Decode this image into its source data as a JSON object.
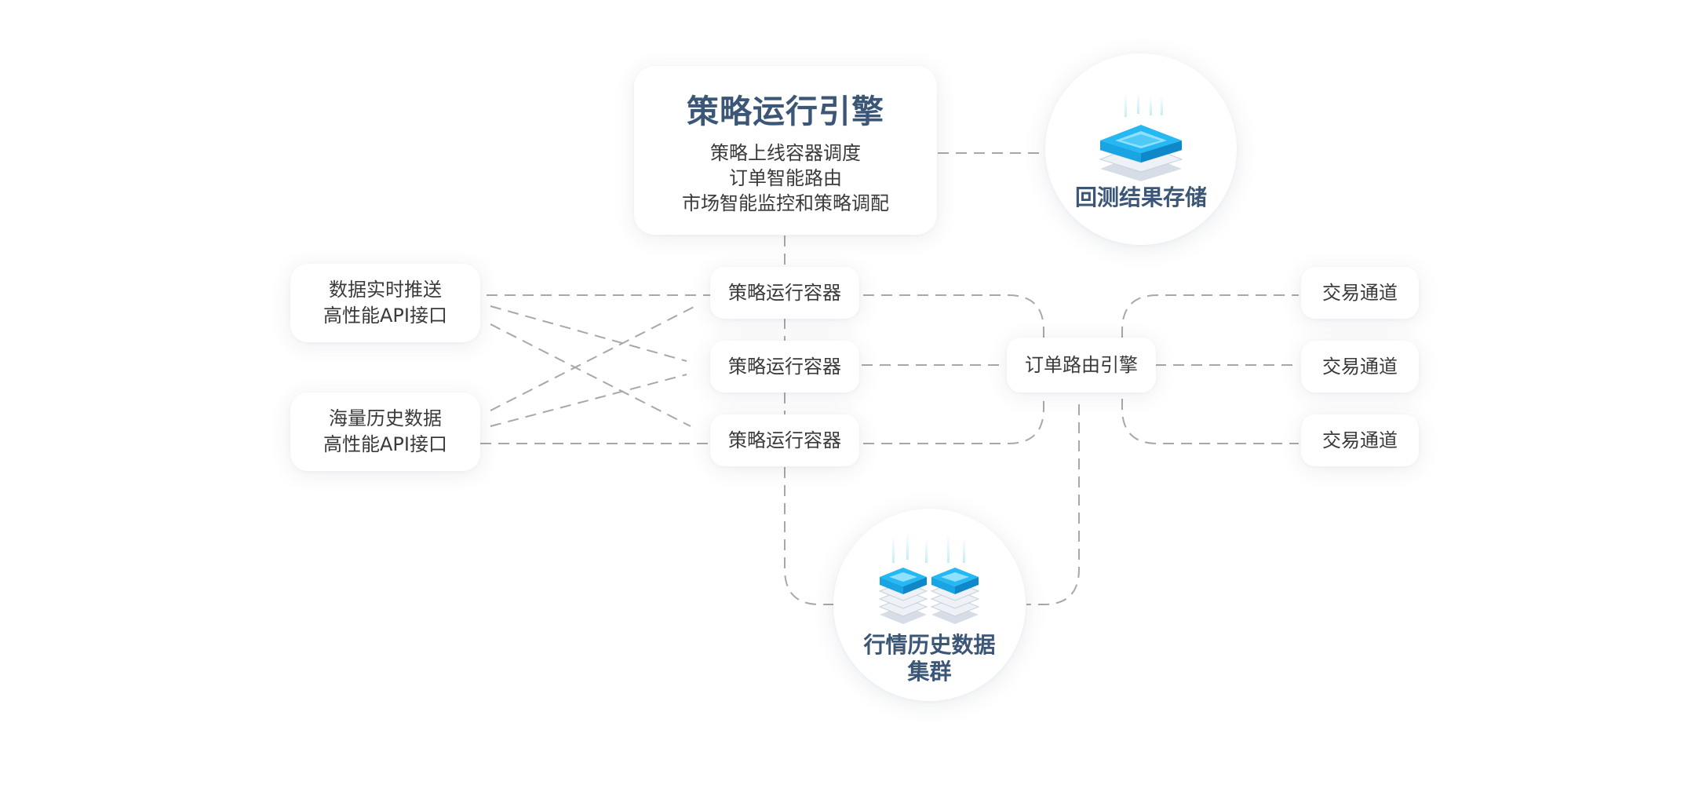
{
  "engine": {
    "title": "策略运行引擎",
    "lines": [
      "策略上线容器调度",
      "订单智能路由",
      "市场智能监控和策略调配"
    ]
  },
  "backtest_storage": {
    "label": "回测结果存储",
    "icon": "server-stack-icon"
  },
  "history_cluster": {
    "label_line1": "行情历史数据",
    "label_line2": "集群",
    "icon": "server-cluster-icon"
  },
  "sources": [
    {
      "line1": "数据实时推送",
      "line2": "高性能API接口"
    },
    {
      "line1": "海量历史数据",
      "line2": "高性能API接口"
    }
  ],
  "containers": [
    "策略运行容器",
    "策略运行容器",
    "策略运行容器"
  ],
  "router": {
    "label": "订单路由引擎"
  },
  "channels": [
    "交易通道",
    "交易通道",
    "交易通道"
  ],
  "colors": {
    "title": "#3b5677",
    "text": "#3a3a3a",
    "connector": "#a8a8a8",
    "icon_primary": "#22b4ee",
    "icon_light": "#8fe0ff"
  }
}
